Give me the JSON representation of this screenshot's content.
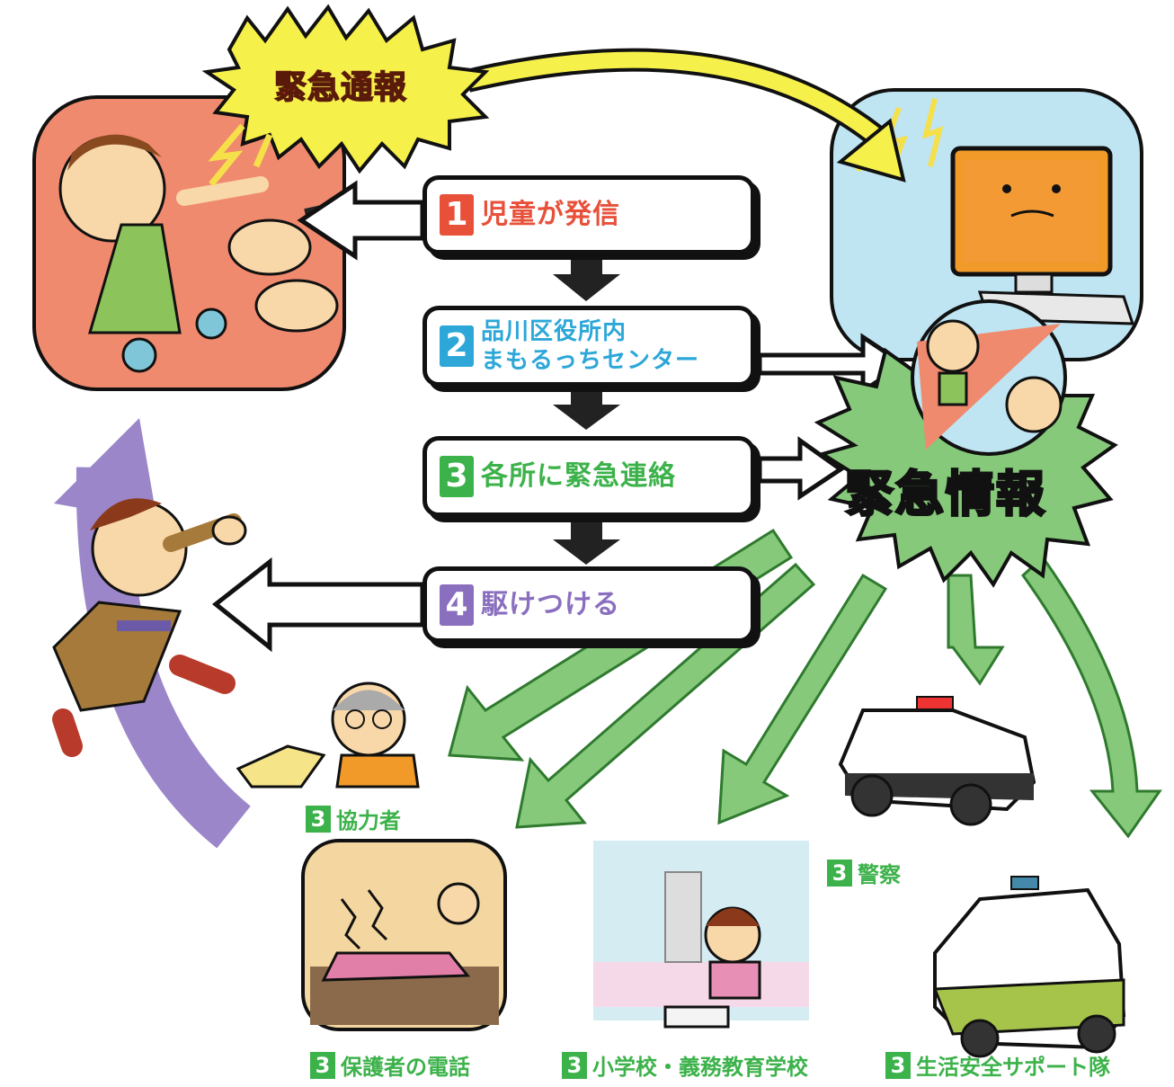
{
  "diagram": {
    "top_alert": "緊急通報",
    "center_burst": "緊急情報",
    "steps": [
      {
        "num": "1",
        "text": "児童が発信",
        "color": "#e8503a"
      },
      {
        "num": "2",
        "text": "品川区役所内",
        "text2": "まもるっちセンター",
        "color": "#2ca7d8"
      },
      {
        "num": "3",
        "text": "各所に緊急連絡",
        "color": "#3cb24a"
      },
      {
        "num": "4",
        "text": "駆けつける",
        "color": "#8a6fbf"
      }
    ],
    "captions": [
      {
        "num": "3",
        "text": "協力者"
      },
      {
        "num": "3",
        "text": "警察"
      },
      {
        "num": "3",
        "text": "保護者の電話"
      },
      {
        "num": "3",
        "text": "小学校・義務教育学校"
      },
      {
        "num": "3",
        "text": "生活安全サポート隊"
      }
    ]
  },
  "colors": {
    "arrow_green": "#86c97a",
    "arrow_yellow": "#f6f04a",
    "arrow_purple": "#9b86c9",
    "panel_red": "#f08a6e",
    "panel_blue": "#bfe4f2"
  }
}
